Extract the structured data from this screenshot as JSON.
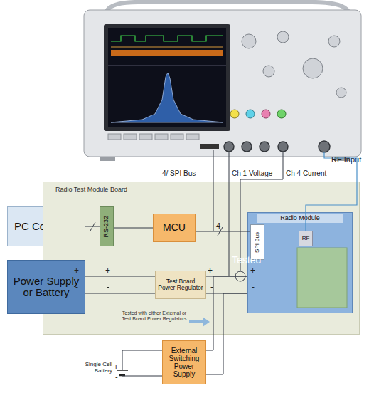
{
  "diagram": {
    "nodes": [
      {
        "text": [
          "PC Controller"
        ]
      },
      {
        "text": [
          "Radio Test Module Board"
        ]
      },
      {
        "text": [
          "RS-232"
        ],
        "in": 1
      },
      {
        "text": [
          "MCU"
        ],
        "in": 1
      },
      {
        "text": [
          "Radio Module"
        ],
        "in": 1
      },
      {
        "text": [
          "SPI Bus"
        ],
        "in": 4
      },
      {
        "text": [
          "RF"
        ],
        "in": 4
      },
      {
        "text": [
          "Power Supply or Battery"
        ]
      },
      {
        "text": [
          "Test Board Power Regulator"
        ],
        "in": 1
      },
      {
        "text": [
          "External Switching Power Supply"
        ]
      }
    ],
    "edges": [
      {
        "from": 0,
        "to": 2,
        "arrow": "none"
      },
      {
        "from": 2,
        "to": 3,
        "arrow": "none"
      },
      {
        "from": 3,
        "to": 5,
        "label": "4",
        "arrow": "none"
      },
      {
        "from": 7,
        "to": 8,
        "arrow": "none"
      },
      {
        "from": 7,
        "to": 8,
        "arrow": "none"
      },
      {
        "from": 8,
        "to": 4,
        "arrow": "none"
      },
      {
        "from": 8,
        "to": 4,
        "arrow": "none"
      },
      {
        "from": 9,
        "to": 4,
        "arrow": "none"
      },
      {
        "from": 9,
        "to": 4,
        "arrow": "none"
      }
    ],
    "labels": [
      "RF Input",
      "4/ SPI Bus",
      "Ch 1 Voltage",
      "Ch 4 Current",
      "Tested",
      "Tested with either External or Test Board Power Regulators",
      "Single Cell Battery",
      "+",
      "+",
      "+",
      "+",
      "-",
      "-",
      "-",
      "-",
      "+",
      "-"
    ]
  }
}
